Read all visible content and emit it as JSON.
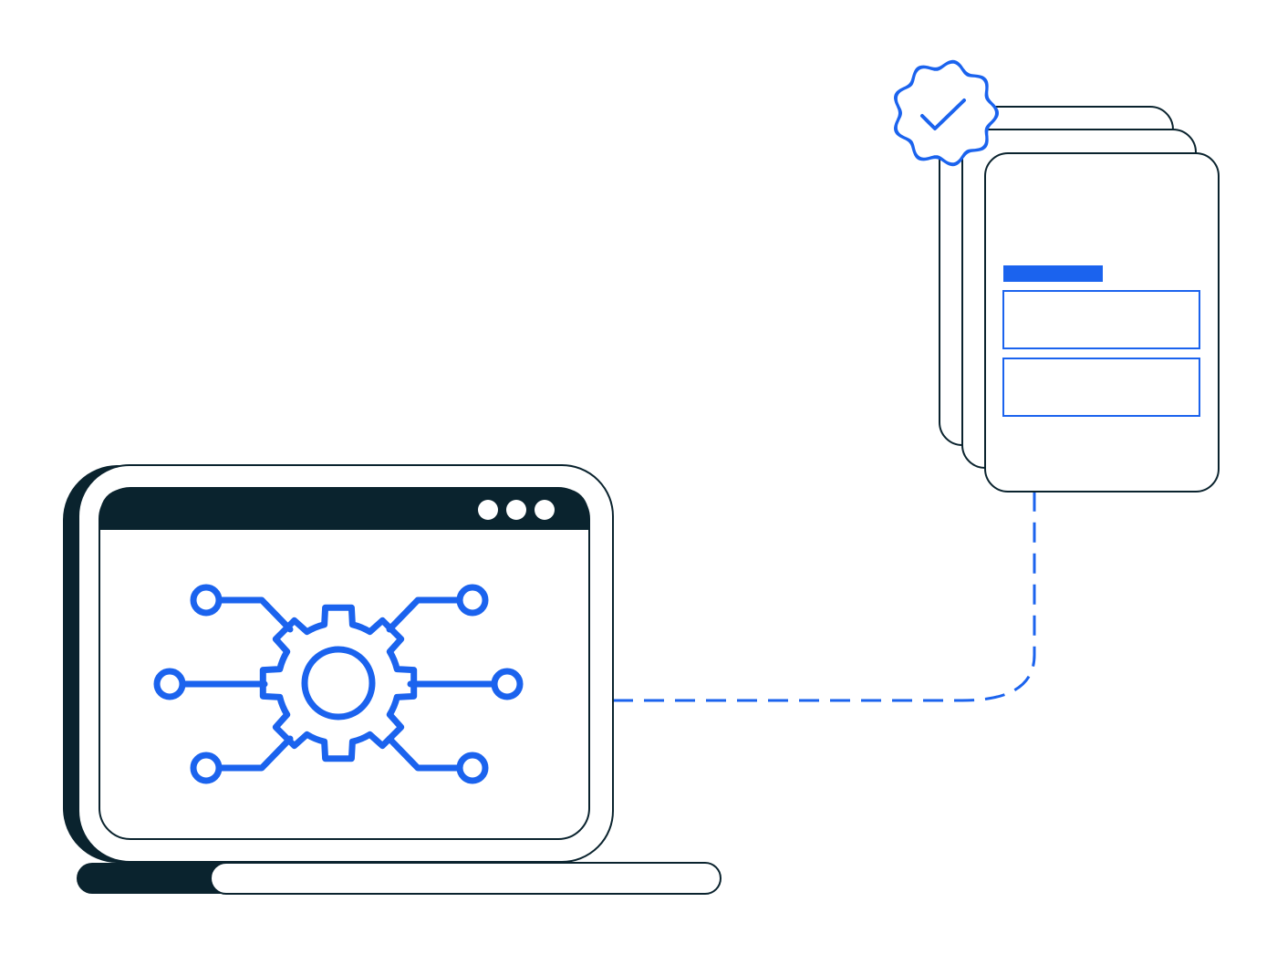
{
  "illustration": {
    "colors": {
      "dark": "#0a232e",
      "accent": "#1b63ee",
      "background": "#ffffff"
    },
    "laptop": {
      "window_dots": 3,
      "screen_icon": "gear-network-icon",
      "network_nodes": 6
    },
    "documents": {
      "stacked_count": 3,
      "badge_icon": "verified-check-badge-icon",
      "form_fields": 2
    },
    "connector": {
      "style": "dashed"
    }
  }
}
